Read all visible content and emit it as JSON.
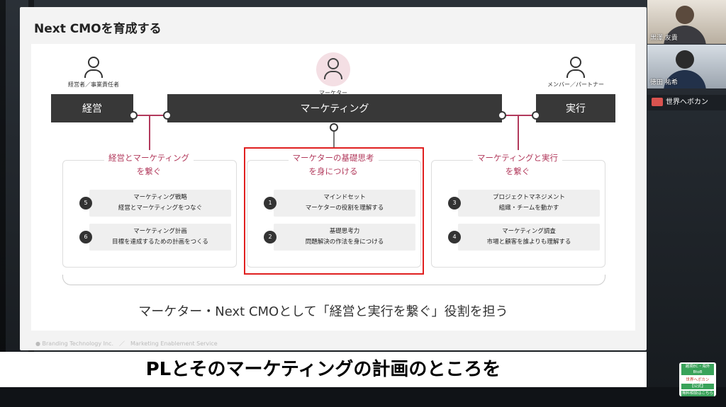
{
  "slide": {
    "title": "Next CMOを育成する",
    "footer": "● Branding Technology Inc.　／　Marketing Enablement Service",
    "people": {
      "left": "経営者／事業責任者",
      "center": "マーケター",
      "right": "メンバー／パートナー"
    },
    "bars": {
      "left": "経営",
      "center": "マーケティング",
      "right": "実行"
    },
    "cards": [
      {
        "title_lines": [
          "経営とマーケティング",
          "を繋ぐ"
        ],
        "items": [
          {
            "num": "5",
            "line1": "マーケティング戦略",
            "line2": "経営とマーケティングをつなぐ"
          },
          {
            "num": "6",
            "line1": "マーケティング計画",
            "line2": "目標を達成するための計画をつくる"
          }
        ]
      },
      {
        "title_lines": [
          "マーケターの基礎思考",
          "を身につける"
        ],
        "items": [
          {
            "num": "1",
            "line1": "マインドセット",
            "line2": "マーケターの役割を理解する"
          },
          {
            "num": "2",
            "line1": "基礎思考力",
            "line2": "問題解決の作法を身につける"
          }
        ]
      },
      {
        "title_lines": [
          "マーケティングと実行",
          "を繋ぐ"
        ],
        "items": [
          {
            "num": "3",
            "line1": "プロジェクトマネジメント",
            "line2": "組織・チームを動かす"
          },
          {
            "num": "4",
            "line1": "マーケティング調査",
            "line2": "市場と顧客を誰よりも理解する"
          }
        ]
      }
    ],
    "summary": "マーケター・Next CMOとして「経営と実行を繋ぐ」役割を担う"
  },
  "caption": "PLとそのマーケティングの計画のところを",
  "participants": [
    {
      "name": "黒澤 友貴"
    },
    {
      "name": "徳田 祐希"
    }
  ],
  "channel_banner": "世界へボカン",
  "corner_logo": {
    "line1": "越境EC・海外BtoB",
    "line2": "世界へボカン",
    "line3": "【公式】",
    "line4": "無料相談はこちら"
  },
  "colors": {
    "accent": "#b23a5c",
    "bar": "#383838",
    "highlight": "#e02020"
  }
}
